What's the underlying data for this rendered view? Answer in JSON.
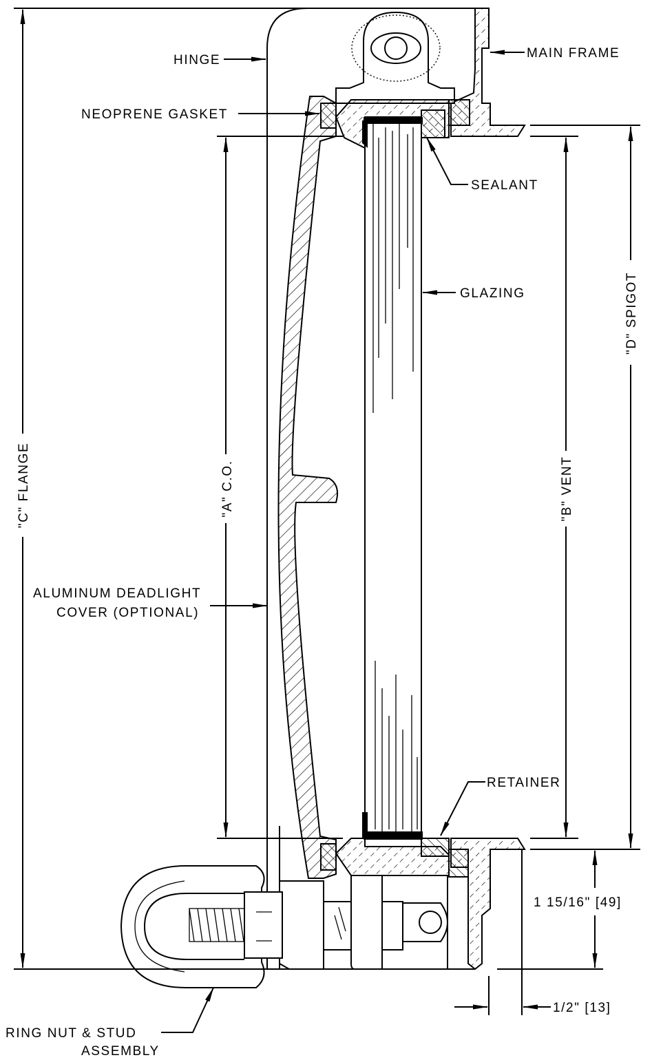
{
  "labels": {
    "hinge": "HINGE",
    "main_frame": "MAIN FRAME",
    "neoprene_gasket": "NEOPRENE GASKET",
    "sealant": "SEALANT",
    "glazing": "GLAZING",
    "cover_line1": "ALUMINUM DEADLIGHT",
    "cover_line2": "COVER (OPTIONAL)",
    "retainer": "RETAINER",
    "ring_nut_line1": "RING NUT & STUD",
    "ring_nut_line2": "ASSEMBLY"
  },
  "dimensions": {
    "flange": "\"C\" FLANGE",
    "clear_opening": "\"A\" C.O.",
    "vent": "\"B\" VENT",
    "spigot": "\"D\" SPIGOT",
    "height": "1 15/16\" [49]",
    "thickness": "1/2\" [13]"
  }
}
